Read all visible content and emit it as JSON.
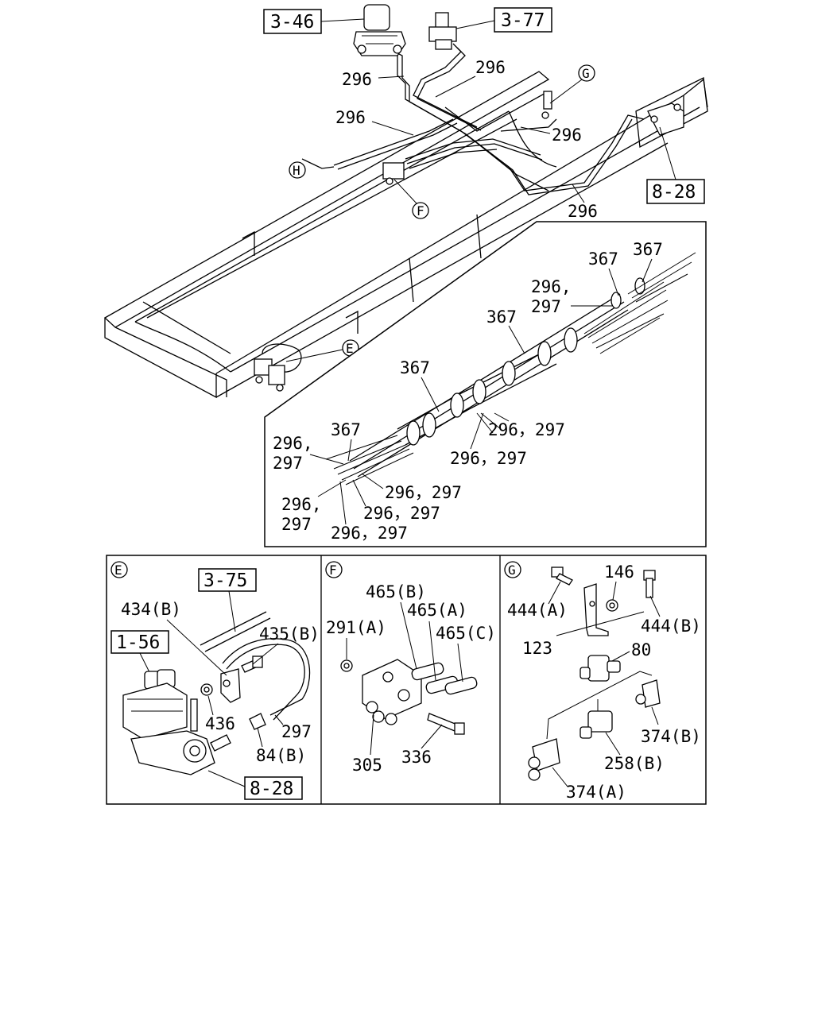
{
  "references": {
    "r346": "3-46",
    "r377": "3-77",
    "r828_top": "8-28",
    "r375": "3-75",
    "r156": "1-56",
    "r828_e": "8-28"
  },
  "markers": {
    "G": "G",
    "H": "H",
    "F": "F",
    "E": "E"
  },
  "main_labels": {
    "p296_a": "296",
    "p296_b": "296",
    "p296_c": "296",
    "p296_d": "296",
    "p296_e": "296"
  },
  "harness_labels": {
    "l367_a": "367",
    "l367_b": "367",
    "l296_comma": "296,",
    "l297_a": "297",
    "l367_c": "367",
    "l367_d": "367",
    "l296297_a": "296，297",
    "l296297_b": "296，297",
    "l296_comma_b": "296,",
    "l297_b": "297",
    "l367_e": "367",
    "l296297_c": "296，297",
    "l296_comma_c": "296,",
    "l297_c": "297",
    "l296297_d": "296，297",
    "l296297_e": "296，297"
  },
  "panel_e": {
    "title": "E",
    "l434b": "434(B)",
    "l435b": "435(B)",
    "l436": "436",
    "l297": "297",
    "l84b": "84(B)"
  },
  "panel_f": {
    "title": "F",
    "l465b": "465(B)",
    "l465a": "465(A)",
    "l291a": "291(A)",
    "l465c": "465(C)",
    "l305": "305",
    "l336": "336"
  },
  "panel_g": {
    "title": "G",
    "l146": "146",
    "l444a": "444(A)",
    "l444b": "444(B)",
    "l123": "123",
    "l80": "80",
    "l374b": "374(B)",
    "l258b": "258(B)",
    "l374a": "374(A)"
  }
}
